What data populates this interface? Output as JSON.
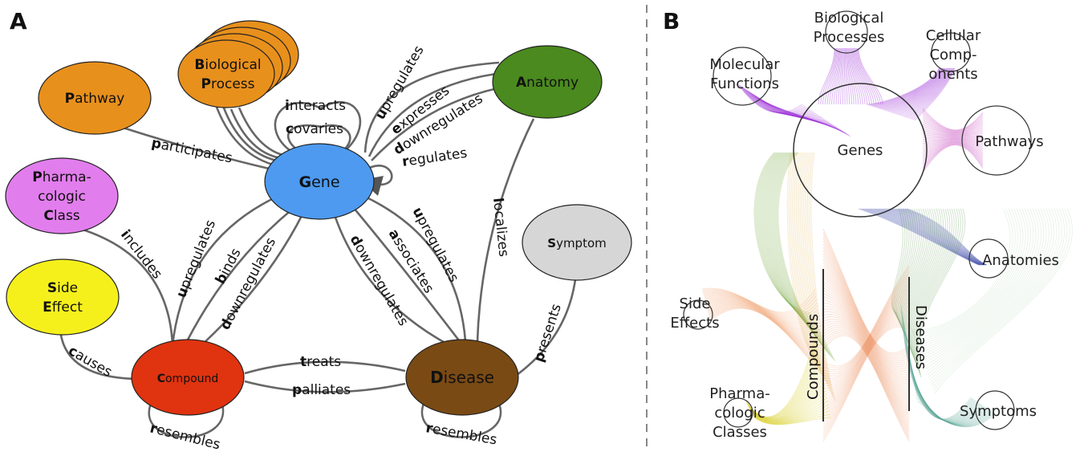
{
  "panel_a": {
    "label": "A",
    "nodes": {
      "pathway": {
        "first": "P",
        "rest": "athway",
        "color": "#e8901c"
      },
      "bio1": {
        "first": "B",
        "rest": "iological",
        "color": "#e8901c"
      },
      "bio2": {
        "first": "P",
        "rest": "rocess"
      },
      "anatomy": {
        "first": "A",
        "rest": "natomy",
        "color": "#4a8a1e"
      },
      "gene": {
        "first": "G",
        "rest": "ene",
        "color": "#4d9af0"
      },
      "pharma1": {
        "first": "P",
        "rest": "harma-",
        "color": "#e27ded"
      },
      "pharma2": {
        "text": "cologic"
      },
      "pharma3": {
        "first": "C",
        "rest": "lass"
      },
      "symptom": {
        "first": "S",
        "rest": "ymptom",
        "color": "#d6d6d6"
      },
      "side1": {
        "first": "S",
        "rest": "ide",
        "color": "#f5f01c"
      },
      "side2": {
        "first": "E",
        "rest": "ffect"
      },
      "compound": {
        "first": "C",
        "rest": "ompound",
        "color": "#e03310"
      },
      "disease": {
        "first": "D",
        "rest": "isease",
        "color": "#7a4a14"
      }
    },
    "edges": {
      "participates": {
        "first": "p",
        "rest": "articipates"
      },
      "interacts": {
        "first": "i",
        "rest": "nteracts"
      },
      "covaries": {
        "first": "c",
        "rest": "ovaries"
      },
      "upregulates_ag": {
        "first": "u",
        "rest": "pregulates"
      },
      "expresses": {
        "first": "e",
        "rest": "xpresses"
      },
      "downregulates_ag": {
        "first": "d",
        "rest": "ownregulates"
      },
      "regulates": {
        "first": "r",
        "rest": "egulates"
      },
      "includes": {
        "first": "i",
        "rest": "ncludes"
      },
      "upregulates_cg": {
        "first": "u",
        "rest": "pregulates"
      },
      "binds": {
        "first": "b",
        "rest": "inds"
      },
      "downregulates_cg": {
        "first": "d",
        "rest": "ownregulates"
      },
      "downregulates_dg": {
        "first": "d",
        "rest": "ownregulates"
      },
      "associates": {
        "first": "a",
        "rest": "ssociates"
      },
      "upregulates_dg": {
        "first": "u",
        "rest": "pregulates"
      },
      "localizes": {
        "first": "l",
        "rest": "ocalizes"
      },
      "presents": {
        "first": "p",
        "rest": "resents"
      },
      "causes": {
        "first": "c",
        "rest": "auses"
      },
      "treats": {
        "first": "t",
        "rest": "reats"
      },
      "palliates": {
        "first": "p",
        "rest": "alliates"
      },
      "resembles_c": {
        "first": "r",
        "rest": "esembles"
      },
      "resembles_d": {
        "first": "r",
        "rest": "esembles"
      }
    }
  },
  "panel_b": {
    "label": "B",
    "labels": {
      "bio1": "Biological",
      "bio2": "Processes",
      "cell1": "Cellular",
      "cell2": "Comp-",
      "cell3": "onents",
      "mol1": "Molecular",
      "mol2": "Functions",
      "genes": "Genes",
      "pathways": "Pathways",
      "anatomies": "Anatomies",
      "side1": "Side",
      "side2": "Effects",
      "compounds": "Compounds",
      "diseases": "Diseases",
      "pharma1": "Pharma-",
      "pharma2": "cologic",
      "pharma3": "Classes",
      "symptoms": "Symptoms"
    },
    "colors": {
      "gene_edges": "#9b2fd6",
      "pathway_edges": "#c23ab8",
      "anatomy_edges": "#2f6a1a",
      "compound_edges": "#e8763a",
      "pharma_edges": "#d6cc1c",
      "side_edges": "#f0a070",
      "symptom_edges": "#5aa898",
      "disease_edges": "#4a8a3a"
    }
  }
}
